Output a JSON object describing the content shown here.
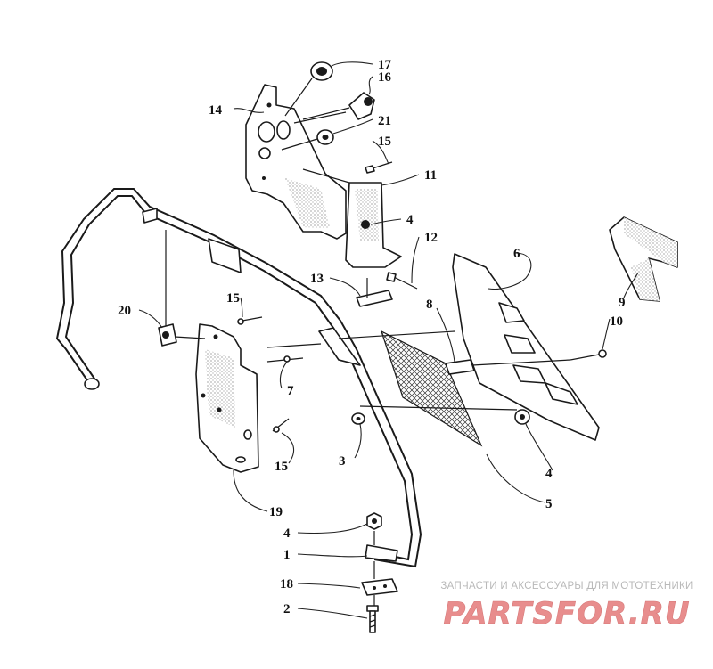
{
  "diagram": {
    "callouts": [
      {
        "id": "c17",
        "label": "17"
      },
      {
        "id": "c16",
        "label": "16"
      },
      {
        "id": "c14",
        "label": "14"
      },
      {
        "id": "c21",
        "label": "21"
      },
      {
        "id": "c15a",
        "label": "15"
      },
      {
        "id": "c11",
        "label": "11"
      },
      {
        "id": "c4a",
        "label": "4"
      },
      {
        "id": "c12",
        "label": "12"
      },
      {
        "id": "c6",
        "label": "6"
      },
      {
        "id": "c9",
        "label": "9"
      },
      {
        "id": "c13",
        "label": "13"
      },
      {
        "id": "c15b",
        "label": "15"
      },
      {
        "id": "c8",
        "label": "8"
      },
      {
        "id": "c10",
        "label": "10"
      },
      {
        "id": "c20",
        "label": "20"
      },
      {
        "id": "c7",
        "label": "7"
      },
      {
        "id": "c3",
        "label": "3"
      },
      {
        "id": "c4b",
        "label": "4"
      },
      {
        "id": "c15c",
        "label": "15"
      },
      {
        "id": "c5",
        "label": "5"
      },
      {
        "id": "c19",
        "label": "19"
      },
      {
        "id": "c4c",
        "label": "4"
      },
      {
        "id": "c1",
        "label": "1"
      },
      {
        "id": "c18",
        "label": "18"
      },
      {
        "id": "c2",
        "label": "2"
      }
    ]
  },
  "watermark": {
    "caption": "ЗАПЧАСТИ И АКСЕССУАРЫ ДЛЯ МОТОТЕХНИКИ",
    "logo_text": "PARTSFOR.RU",
    "color": "#e88d8d"
  }
}
